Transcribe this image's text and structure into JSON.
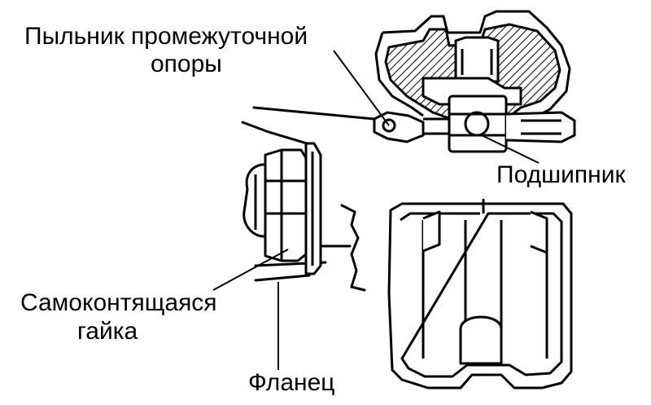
{
  "labels": {
    "dust_boot_line1": "Пыльник промежуточной",
    "dust_boot_line2": "опоры",
    "bearing": "Подшипник",
    "nut_line1": "Самоконтящаяся",
    "nut_line2": "гайка",
    "flange": "Фланец"
  },
  "colors": {
    "ink": "#000000",
    "paper": "#ffffff"
  }
}
